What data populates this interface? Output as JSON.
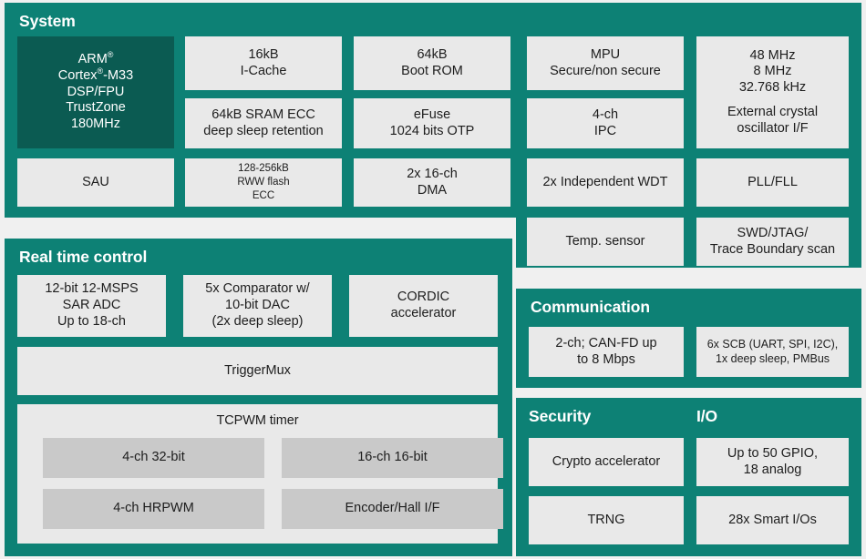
{
  "colors": {
    "panel_teal": "#0d8175",
    "cpu_dark_teal": "#0b5b52",
    "block_light": "#e9e9e9",
    "block_inner_gray": "#c9c9c9",
    "page_background": "#f0f0f0",
    "title_text": "#ffffff",
    "block_text": "#1d1d1d"
  },
  "sections": {
    "system": {
      "title": "System",
      "blocks": {
        "cpu": {
          "l1": "ARM",
          "l1_sup": "®",
          "l2a": "Cortex",
          "l2_sup": "®",
          "l2b": "-M33",
          "l3": "DSP/FPU",
          "l4": "TrustZone",
          "l5": "180MHz"
        },
        "icache": {
          "l1": "16kB",
          "l2": "I-Cache"
        },
        "sram": {
          "l1": "64kB SRAM ECC",
          "l2": "deep sleep retention"
        },
        "sau": {
          "l1": "SAU"
        },
        "flash": {
          "l1": "128-256kB",
          "l2": "RWW flash",
          "l3": "ECC"
        },
        "bootrom": {
          "l1": "64kB",
          "l2": "Boot ROM"
        },
        "efuse": {
          "l1": "eFuse",
          "l2": "1024 bits OTP"
        },
        "dma": {
          "l1": "2x 16-ch",
          "l2": "DMA"
        },
        "mpu": {
          "l1": "MPU",
          "l2": "Secure/non secure"
        },
        "ipc": {
          "l1": "4-ch",
          "l2": "IPC"
        },
        "wdt": {
          "l1": "2x Independent WDT"
        },
        "temp": {
          "l1": "Temp. sensor"
        },
        "clocks": {
          "l1": "48 MHz",
          "l2": "8 MHz",
          "l3": "32.768 kHz",
          "l4": "External crystal",
          "l5": "oscillator I/F"
        },
        "pll": {
          "l1": "PLL/FLL"
        },
        "debug": {
          "l1": "SWD/JTAG/",
          "l2": "Trace Boundary scan"
        }
      }
    },
    "real_time_control": {
      "title": "Real time control",
      "blocks": {
        "adc": {
          "l1": "12-bit 12-MSPS",
          "l2": "SAR ADC",
          "l3": "Up to 18-ch"
        },
        "comparator": {
          "l1": "5x Comparator w/",
          "l2": "10-bit DAC",
          "l3": "(2x deep sleep)"
        },
        "cordic": {
          "l1": "CORDIC",
          "l2": "accelerator"
        },
        "triggermux": {
          "l1": "TriggerMux"
        },
        "tcpwm": {
          "title": "TCPWM timer",
          "inner": [
            {
              "l1": "4-ch 32-bit"
            },
            {
              "l1": "16-ch 16-bit"
            },
            {
              "l1": "4-ch HRPWM"
            },
            {
              "l1": "Encoder/Hall I/F"
            }
          ]
        }
      }
    },
    "communication": {
      "title": "Communication",
      "blocks": {
        "canfd": {
          "l1": "2-ch; CAN-FD up",
          "l2": "to 8 Mbps"
        },
        "scb": {
          "l1": "6x SCB (UART, SPI, I2C),",
          "l2": "1x deep sleep, PMBus"
        }
      }
    },
    "security": {
      "title": "Security",
      "blocks": {
        "crypto": {
          "l1": "Crypto accelerator"
        },
        "trng": {
          "l1": "TRNG"
        }
      }
    },
    "io": {
      "title": "I/O",
      "blocks": {
        "gpio": {
          "l1": "Up to 50 GPIO,",
          "l2": "18 analog"
        },
        "smartio": {
          "l1": "28x Smart I/Os"
        }
      }
    }
  }
}
